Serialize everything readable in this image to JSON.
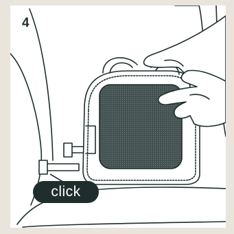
{
  "step": {
    "number": "4"
  },
  "callout": {
    "label": "click"
  },
  "colors": {
    "background": "#e9e5dc",
    "panel": "#ffffff",
    "line": "#1f2d2d",
    "mesh": "#41504f",
    "badge": "#1f2d2d"
  },
  "icons": [
    "carrier-illustration",
    "hand-icon",
    "mesh-panel",
    "isofix-bracket-icon",
    "seat-illustration"
  ]
}
